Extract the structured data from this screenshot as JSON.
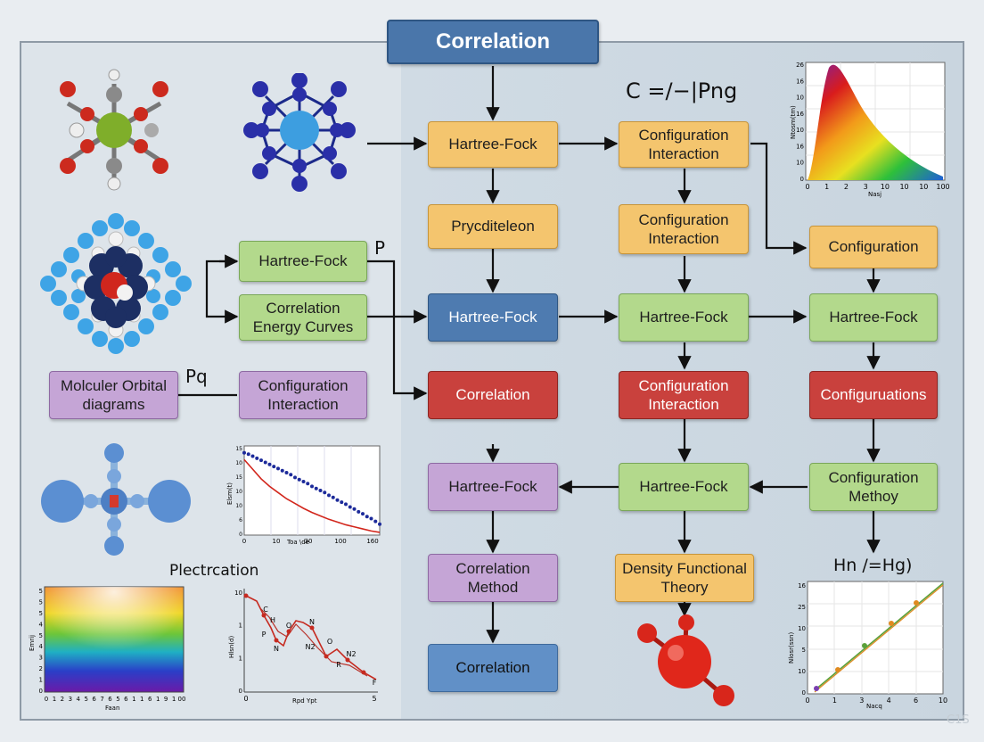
{
  "title": "Correlation",
  "equation_top": "C =/−|Png",
  "equation_bottom": "Hn /=Hg)",
  "label_p": "P",
  "label_pq": "Pq",
  "label_plectrcation": "Plectrcation",
  "watermark": "C1S",
  "boxes": {
    "hf_1": "Hartree-Fock",
    "ci_1": "Configuration Interaction",
    "prycd": "Prycditeleon",
    "ci_2": "Configuration Interaction",
    "config_right": "Configuration",
    "hf_left": "Hartree-Fock",
    "corr_energy": "Correlation Energy Curves",
    "hf_blue": "Hartree-Fock",
    "hf_green_mid": "Hartree-Fock",
    "hf_green_right": "Hartree-Fock",
    "mo_diagrams": "Molculer Orbital diagrams",
    "ci_left": "Configuration Interaction",
    "corr_red": "Correlation",
    "ci_red": "Configuration Interaction",
    "configurations_red": "Configuruations",
    "hf_purple": "Hartree-Fock",
    "hf_green_low": "Hartree-Fock",
    "config_methoy": "Configuration Methoy",
    "corr_method": "Correlation Method",
    "dft": "Density Functional Theory",
    "corr_bottom": "Correlation"
  },
  "colors": {
    "orange": "#f4c56e",
    "green": "#b3d98c",
    "blue": "#4e7bb0",
    "red": "#c9413d",
    "purple": "#c5a5d6"
  },
  "plots": {
    "spectrum": {
      "ylabel": "Ntosm(tm)",
      "xlabel": "Nasj",
      "xticks": [
        "0",
        "1",
        "2",
        "3",
        "10",
        "10",
        "10",
        "100"
      ],
      "yticks": [
        "26",
        "16",
        "10",
        "16",
        "10",
        "16",
        "10",
        "0"
      ]
    },
    "decay": {
      "ylabel": "Elsm(t)",
      "xlabel": "Toa \\de",
      "xticks": [
        "0",
        "10",
        "30",
        "100",
        "160"
      ],
      "yticks": [
        "15",
        "10",
        "15",
        "10",
        "10",
        "6",
        "0"
      ],
      "series_points": {
        "name": "",
        "x": [
          0,
          5,
          10,
          15,
          20,
          25,
          30,
          35,
          40,
          45,
          50,
          55,
          60,
          65,
          70,
          75,
          80,
          85,
          90,
          95,
          100,
          105,
          110,
          115,
          120,
          125,
          130,
          135,
          140,
          145,
          150,
          155,
          160
        ],
        "y": [
          12.0,
          11.8,
          11.5,
          11.2,
          10.9,
          10.6,
          10.3,
          10.0,
          9.7,
          9.4,
          9.1,
          8.8,
          8.4,
          8.1,
          7.8,
          7.5,
          7.1,
          6.8,
          6.5,
          6.2,
          5.8,
          5.5,
          5.1,
          4.8,
          4.5,
          4.1,
          3.8,
          3.4,
          3.1,
          2.7,
          2.4,
          2.0,
          1.6
        ]
      },
      "series_line": {
        "name": "",
        "x": [
          0,
          10,
          20,
          30,
          40,
          50,
          60,
          70,
          80,
          90,
          100,
          110,
          120,
          130,
          140,
          150,
          160
        ],
        "y": [
          11.0,
          9.6,
          8.2,
          7.1,
          6.2,
          5.3,
          4.6,
          3.9,
          3.3,
          2.8,
          2.3,
          1.9,
          1.5,
          1.2,
          0.9,
          0.6,
          0.4
        ]
      }
    },
    "heatmap": {
      "ylabel": "Emrij",
      "xlabel": "Faan",
      "xticks": [
        "0",
        "1",
        "2",
        "3",
        "4",
        "5",
        "6",
        "7",
        "6",
        "5",
        "6",
        "1",
        "1",
        "6",
        "1",
        "9",
        "1",
        "00"
      ],
      "yticks": [
        "5",
        "5",
        "5",
        "4",
        "5",
        "4",
        "3",
        "2",
        "1",
        "0"
      ]
    },
    "network": {
      "ylabel": "Hlsn(d)",
      "xlabel": "Rpd Ypt",
      "xticks": [
        "0",
        "",
        "",
        "",
        "5"
      ],
      "yticks": [
        "10",
        "1",
        "1",
        "0"
      ],
      "point_labels": [
        "C",
        "H",
        "P",
        "O",
        "N",
        "N",
        "N2",
        "O",
        "N2",
        "R",
        "F"
      ]
    },
    "linear": {
      "ylabel": "Nlosr(ssn)",
      "xlabel": "Nacq",
      "xticks": [
        "0",
        "1",
        "3",
        "4",
        "6",
        "10"
      ],
      "yticks": [
        "16",
        "25",
        "10",
        "5",
        "10",
        "0"
      ]
    }
  }
}
